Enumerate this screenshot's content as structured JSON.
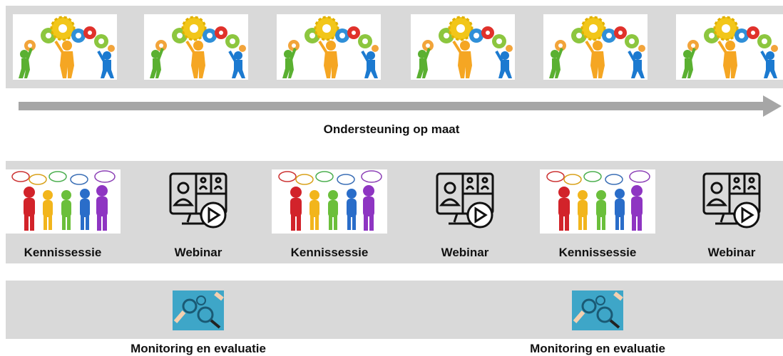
{
  "header": {
    "title": "Ondersteuning op maat"
  },
  "gear_tiles": [
    {
      "icon": "teamwork-gears-icon"
    },
    {
      "icon": "teamwork-gears-icon"
    },
    {
      "icon": "teamwork-gears-icon"
    },
    {
      "icon": "teamwork-gears-icon"
    },
    {
      "icon": "teamwork-gears-icon"
    },
    {
      "icon": "teamwork-gears-icon"
    }
  ],
  "sessions": [
    {
      "label": "Kennissessie",
      "icon": "people-speech-bubbles-icon"
    },
    {
      "label": "Webinar",
      "icon": "video-conference-icon"
    },
    {
      "label": "Kennissessie",
      "icon": "people-speech-bubbles-icon"
    },
    {
      "label": "Webinar",
      "icon": "video-conference-icon"
    },
    {
      "label": "Kennissessie",
      "icon": "people-speech-bubbles-icon"
    },
    {
      "label": "Webinar",
      "icon": "video-conference-icon"
    }
  ],
  "monitoring": [
    {
      "label": "Monitoring en evaluatie",
      "icon": "magnifying-glass-icon"
    },
    {
      "label": "Monitoring en evaluatie",
      "icon": "magnifying-glass-icon"
    }
  ],
  "colors": {
    "band": "#d9d9d9",
    "arrow": "#a6a6a6",
    "monitor_bg": "#3ea6c8"
  }
}
